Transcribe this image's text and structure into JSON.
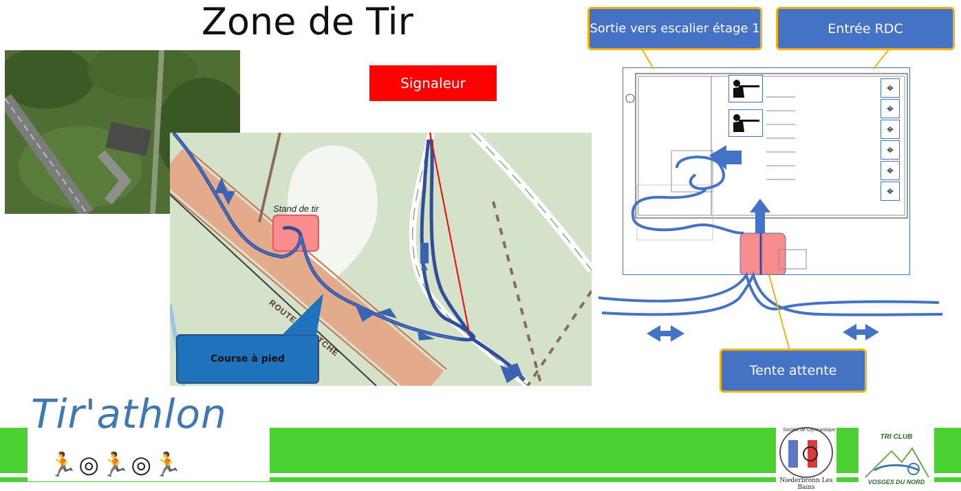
{
  "slide": {
    "title": "Zone de Tir"
  },
  "callouts": {
    "signaleur": "Signaleur",
    "sortie": "Sortie vers escalier étage 1",
    "entree": "Entrée RDC",
    "tente": "Tente attente",
    "course": "Course à pied"
  },
  "map": {
    "stand_label": "Stand de tir",
    "road_label": "ROUTE DE BITCHE"
  },
  "brand": {
    "name": "Tir'athlon",
    "pictos": "🏃◎🏃◎🏃"
  },
  "logos": {
    "club_right_top": "TRI CLUB",
    "club_right_bottom": "VOSGES DU NORD",
    "club_left_text": "Niederbronn Les Bains",
    "club_left_arc": "Société de Gymnastique"
  },
  "icons": {
    "target": "crosshair-target-icon",
    "shooter": "rifle-shooter-icon"
  },
  "colors": {
    "accent_blue": "#4472c4",
    "signal_red": "#ff0000",
    "callout_border": "#f2b40a",
    "footer_green": "#4cd133"
  }
}
